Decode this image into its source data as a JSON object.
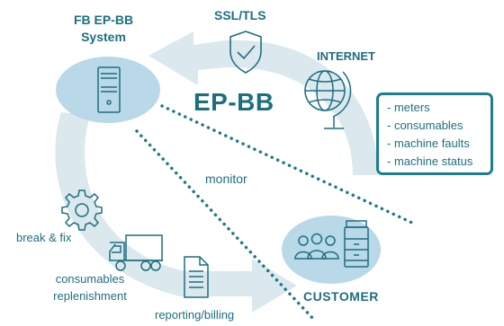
{
  "title": "EP-BB",
  "system": {
    "line1": "FB EP-BB",
    "line2": "System"
  },
  "ssl_label": "SSL/TLS",
  "internet_label": "INTERNET",
  "customer_label": "CUSTOMER",
  "monitor_label": "monitor",
  "services": {
    "break_fix": "break & fix",
    "consumables_line1": "consumables",
    "consumables_line2": "replenishment",
    "reporting": "reporting/billing"
  },
  "info_box": {
    "items": [
      "- meters",
      "- consumables",
      "- machine faults",
      "- machine status"
    ]
  },
  "colors": {
    "teal": "#1d6f80",
    "ring": "#dbe8ee",
    "node": "#b9d8e8",
    "dots": "#1a7a86"
  },
  "icons": [
    "server-icon",
    "shield-check-icon",
    "globe-icon",
    "gear-icon",
    "truck-icon",
    "document-icon",
    "users-icon",
    "printer-icon"
  ]
}
